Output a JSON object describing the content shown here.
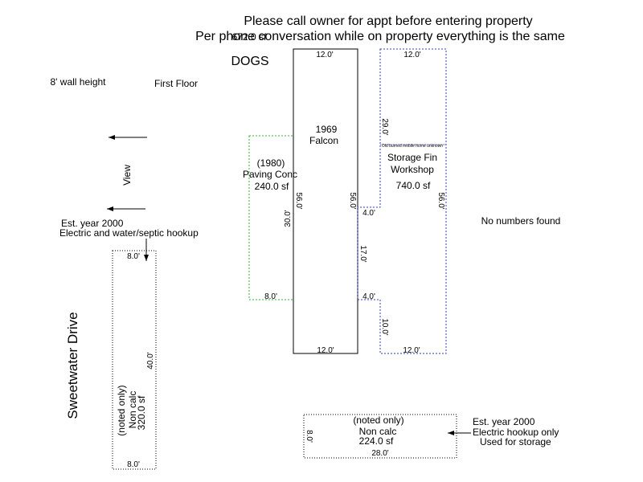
{
  "header": {
    "line1": "Please call owner for appt before entering property",
    "line2": "Per phone conversation while on property everything is the same",
    "overlap": "672.0 sf"
  },
  "labels": {
    "dogs": "DOGS",
    "wall_height": "8' wall height",
    "floor": "First Floor",
    "view": "View",
    "street": "Sweetwater Drive",
    "no_numbers": "No numbers found"
  },
  "mobile_home": {
    "name_line1": "1969",
    "name_line2": "Falcon",
    "dim_top": "12.0'",
    "dim_bottom": "12.0'",
    "dim_left": "56.0'",
    "dim_right": "56.0'"
  },
  "paving": {
    "line1": "(1980)",
    "line2": "Paving Conc",
    "area": "240.0 sf",
    "dim_height": "30.0'",
    "dim_width": "8.0'"
  },
  "storage": {
    "line1": "Storage Fin",
    "line2": "Workshop",
    "area": "740.0 sf",
    "dim_top": "12.0'",
    "dim_bottom": "12.0'",
    "dim_right": "56.0'",
    "dim_upper_left": "29.0'",
    "dim_step1": "4.0'",
    "dim_mid": "17.0'",
    "dim_step2": "4.0'",
    "dim_lower_left": "10.0'",
    "tiny_note": "Old burned mobile home unknown"
  },
  "shed_left": {
    "note1": "Est. year 2000",
    "note2": "Electric and water/septic hookup",
    "label1": "(noted only)",
    "label2": "Non calc",
    "area": "320.0 sf",
    "dim_top": "8.0'",
    "dim_bottom": "8.0'",
    "dim_right": "40.0'"
  },
  "shed_bottom": {
    "label1": "(noted only)",
    "label2": "Non calc",
    "area": "224.0 sf",
    "dim_left": "8.0'",
    "dim_bottom": "28.0'",
    "note1": "Est. year 2000",
    "note2": "Electric hookup only",
    "note3": "Used for storage"
  },
  "colors": {
    "paving_outline": "#3cb043",
    "storage_outline": "#3040c0",
    "structure_outline": "#000000"
  }
}
